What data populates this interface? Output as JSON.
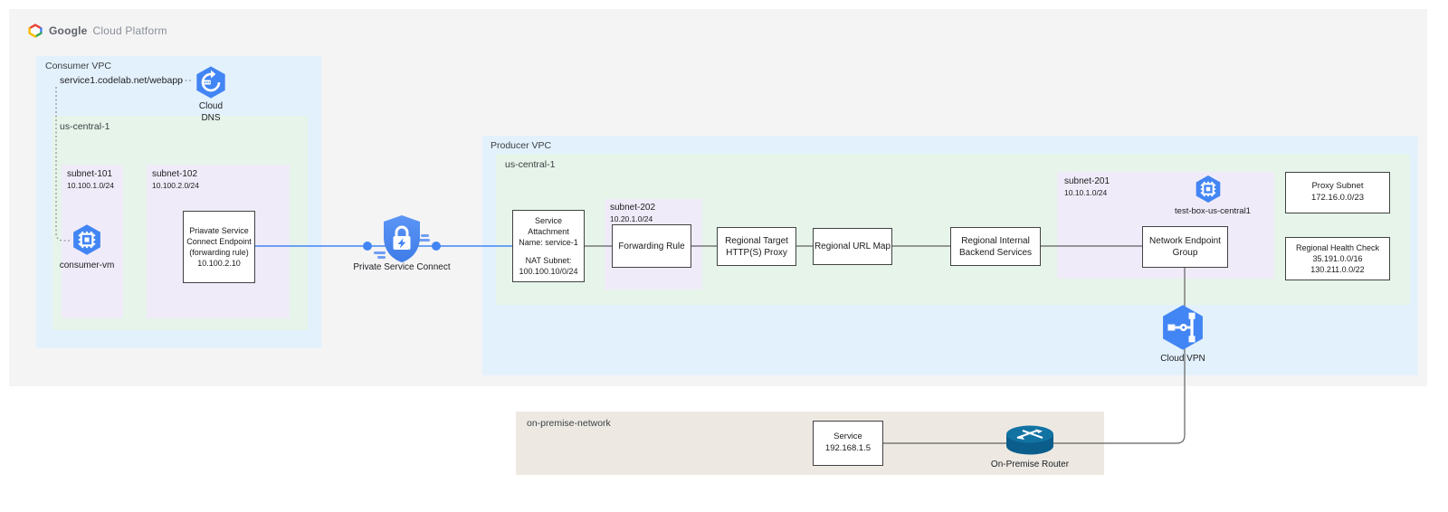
{
  "header": {
    "brand_bold": "Google",
    "brand_light": "Cloud Platform"
  },
  "consumer_vpc": {
    "label": "Consumer VPC",
    "dns_record": "service1.codelab.net/webapp",
    "cloud_dns_label": "Cloud DNS",
    "region": {
      "label": "us-central-1",
      "subnet101": {
        "name": "subnet-101",
        "cidr": "10.100.1.0/24"
      },
      "consumer_vm_label": "consumer-vm",
      "subnet102": {
        "name": "subnet-102",
        "cidr": "10.100.2.0/24"
      },
      "psc_endpoint": {
        "line1": "Priavate Service",
        "line2": "Connect Endpoint",
        "line3": "(forwarding rule)",
        "line4": "10.100.2.10"
      }
    }
  },
  "psc_label": "Private Service Connect",
  "producer_vpc": {
    "label": "Producer VPC",
    "region": {
      "label": "us-central-1",
      "service_attachment": {
        "line1": "Service",
        "line2": "Attachment",
        "line3": "Name: service-1",
        "line4": "NAT Subnet:",
        "line5": "100.100.10/0/24"
      },
      "subnet202": {
        "name": "subnet-202",
        "cidr": "10.20.1.0/24",
        "forwarding_rule": "Forwarding Rule"
      },
      "target_proxy": "Regional Target HTTP(S) Proxy",
      "url_map": "Regional URL Map",
      "backend_services": "Regional Internal Backend Services",
      "subnet201": {
        "name": "subnet-201",
        "cidr": "10.10.1.0/24",
        "test_box_label": "test-box-us-central1",
        "neg": "Network Endpoint Group"
      },
      "proxy_subnet": {
        "title": "Proxy Subnet",
        "cidr": "172.16.0.0/23"
      },
      "health_check": {
        "title": "Regional Health Check",
        "cidr1": "35.191.0.0/16",
        "cidr2": "130.211.0.0/22"
      }
    },
    "cloud_vpn_label": "Cloud VPN"
  },
  "on_premise": {
    "label": "on-premise-network",
    "service": {
      "title": "Service",
      "ip": "192.168.1.5"
    },
    "router_label": "On-Premise Router"
  },
  "colors": {
    "google_blue": "#4285F4",
    "vpc_zone": "#E3F1FC",
    "region_zone": "#E6F4EA",
    "subnet_zone": "#F0EBF8",
    "on_premise_zone": "#EDE9E2",
    "panel_gray": "#F4F4F5",
    "wire_gray": "#616161",
    "router_teal": "#10699A"
  },
  "icons": [
    "gcp-logo-icon",
    "cloud-dns-icon",
    "compute-vm-icon",
    "psc-shield-icon",
    "cloud-vpn-icon",
    "router-icon"
  ]
}
